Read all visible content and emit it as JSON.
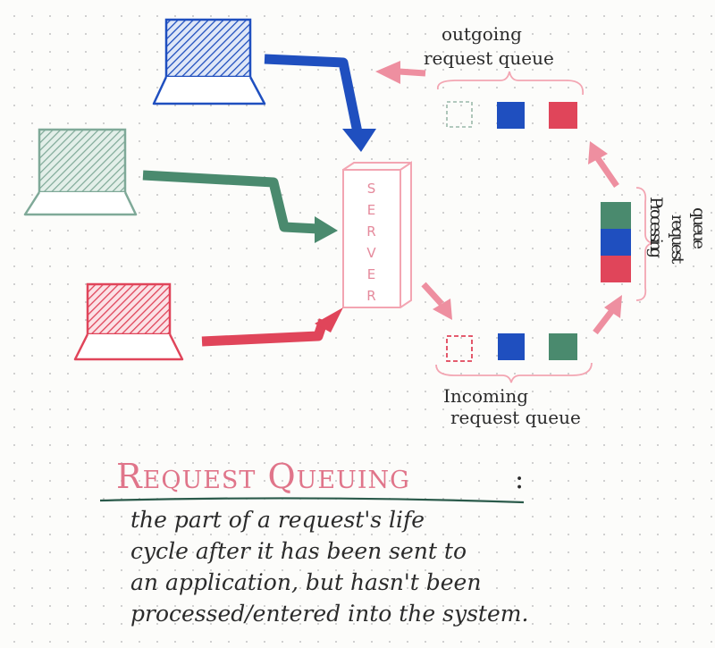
{
  "server": {
    "label": "SERVER"
  },
  "queues": {
    "outgoing": {
      "label_line1": "outgoing",
      "label_line2": "request queue"
    },
    "incoming": {
      "label_line1": "Incoming",
      "label_line2": "request queue"
    },
    "processing": {
      "label_col1": "Processing",
      "label_col2": "request",
      "label_col3": "queue"
    }
  },
  "definition": {
    "term": "Request Queuing",
    "colon": ":",
    "lines": [
      "the part of a request's life",
      "cycle after it has been sent to",
      "an application, but hasn't been",
      "processed/entered into the system."
    ]
  },
  "colors": {
    "blue": "#1f4fbf",
    "green": "#4a8a6e",
    "red": "#e0455a",
    "pink": "#f0a0ad",
    "ink": "#2a2a2a"
  }
}
